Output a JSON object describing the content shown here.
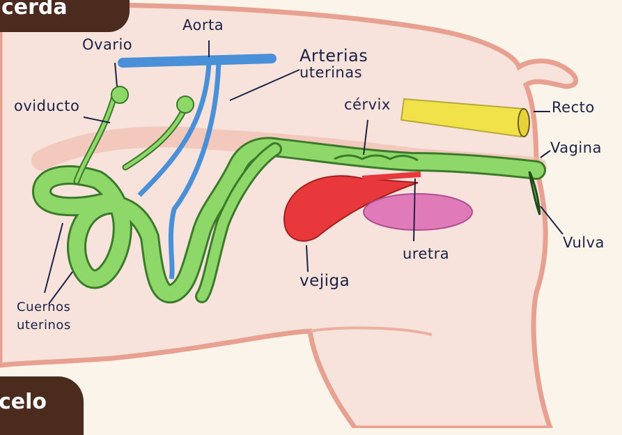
{
  "badges": {
    "top": "cerda",
    "bottom": "celo"
  },
  "labels": {
    "ovario": "Ovario",
    "aorta": "Aorta",
    "arterias": "Arterias",
    "uterinas": "uterinas",
    "oviducto": "oviducto",
    "cervix": "cérvix",
    "recto": "Recto",
    "vagina": "Vagina",
    "vulva": "Vulva",
    "uretra": "uretra",
    "vejiga": "vejiga",
    "cuernos": "Cuernos",
    "cuernos_uterinos": "uterinos"
  },
  "colors": {
    "background": "#fbf4ea",
    "body_fill": "#f7e3dc",
    "body_outline": "#e8a090",
    "reproductive_tract": "#8ed86a",
    "arteries": "#4a90d9",
    "rectum": "#f2e24a",
    "bladder": "#e8383c",
    "pink_organ": "#e07ab8",
    "badge": "#4a2b1d",
    "label_text": "#1c2246"
  }
}
